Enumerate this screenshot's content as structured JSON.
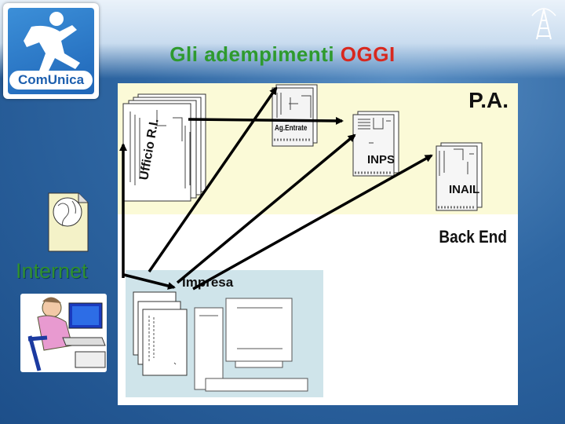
{
  "header": {
    "logo_text": "ComUnica",
    "title_part1": "Gli adempimenti",
    "title_part2": "OGGI"
  },
  "zones": {
    "pa_label": "P.A.",
    "backend_label": "Back End",
    "impresa_label": "Impresa",
    "internet_label": "Internet"
  },
  "nodes": {
    "ufficio": "Ufficio R.I.",
    "agentrate": "Ag.Entrate",
    "inps": "INPS",
    "inail": "INAIL"
  },
  "colors": {
    "title_green": "#2e9a2e",
    "title_red": "#d8281e",
    "internet_green": "#2f8f2f",
    "pa_background": "#fbfad7",
    "impresa_background": "#cfe4ea",
    "arrow": "#000000"
  },
  "icons": [
    "running-man-icon",
    "antenna-tower-icon",
    "globe-document-icon",
    "computer-user-icon",
    "document-stack-icon",
    "computer-monitor-icon"
  ]
}
